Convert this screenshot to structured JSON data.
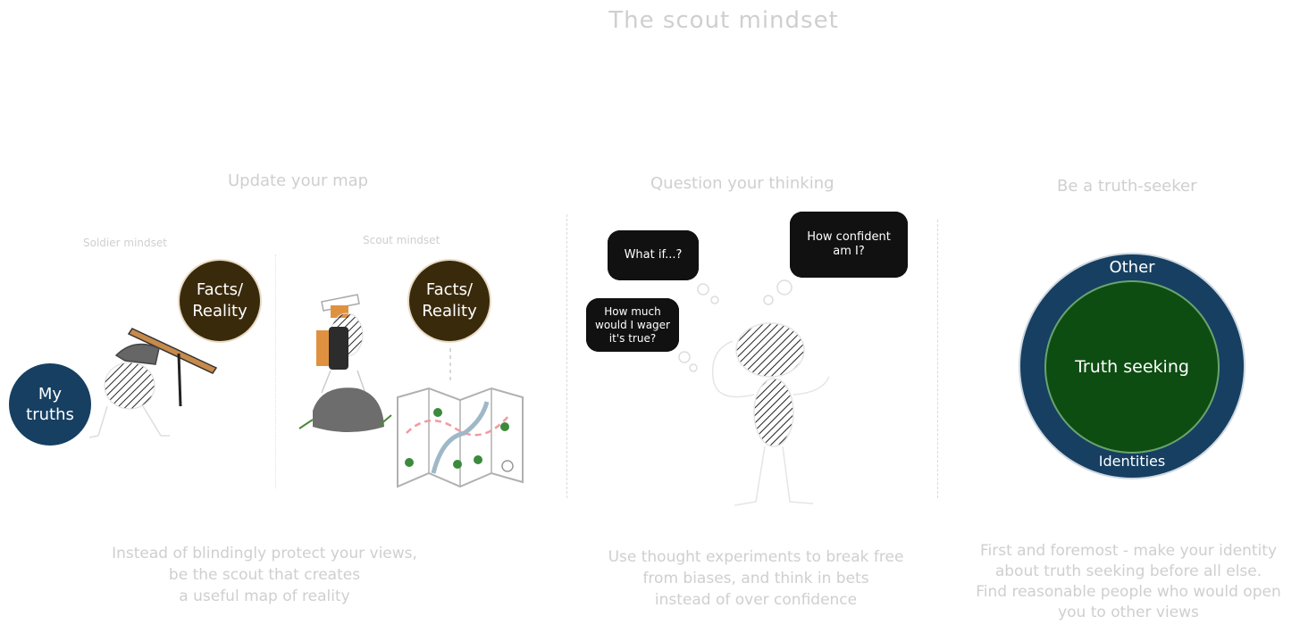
{
  "title": "The scout mindset",
  "sections": {
    "map": {
      "heading": "Update your map",
      "soldier_label": "Soldier mindset",
      "scout_label": "Scout mindset",
      "my_truths": [
        "My",
        "truths"
      ],
      "facts_soldier": [
        "Facts/",
        "Reality"
      ],
      "facts_scout": [
        "Facts/",
        "Reality"
      ],
      "caption": [
        "Instead of blindingly protect your views,",
        "be the scout that creates",
        "a useful map of reality"
      ]
    },
    "question": {
      "heading": "Question your thinking",
      "bubble_what_if": "What if...?",
      "bubble_confident": [
        "How confident",
        "am I?"
      ],
      "bubble_wager": [
        "How much",
        "would I wager",
        "it's true?"
      ],
      "caption": [
        "Use thought experiments to break free",
        "from biases, and think in bets",
        "instead of over confidence"
      ]
    },
    "truth": {
      "heading": "Be a truth-seeker",
      "outer_top": "Other",
      "outer_bottom": "Identities",
      "inner": "Truth seeking",
      "caption": [
        "First and foremost - make your identity",
        "about truth seeking before all else.",
        "Find reasonable people who would open",
        "you to other views"
      ]
    }
  },
  "colors": {
    "navy": "#163f62",
    "brown": "#3a2a0c",
    "green": "#0e4d12",
    "black": "#111111",
    "faded_text": "#cfcfcf"
  }
}
